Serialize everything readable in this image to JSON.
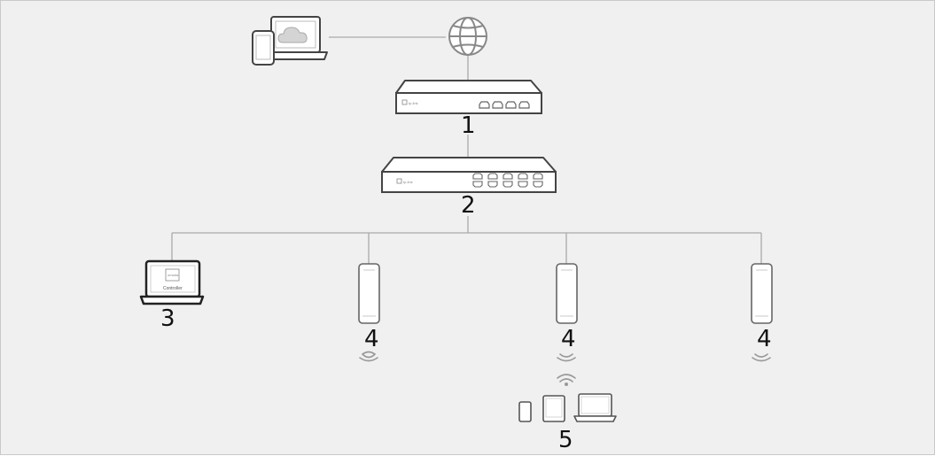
{
  "colors": {
    "background": "#f0f0f0",
    "device_fill": "#ffffff",
    "device_stroke": "#444444",
    "line": "#aaaaaa",
    "label": "#111111"
  },
  "icons": {
    "remote_devices": "phone-and-laptop-cloud-icon",
    "internet": "globe-icon",
    "router": "router-icon",
    "switch": "switch-icon",
    "controller": "laptop-controller-icon",
    "access_point": "access-point-icon",
    "wifi": "wifi-signal-icon",
    "clients": "phone-tablet-laptop-icon"
  },
  "labels": {
    "router": "1",
    "switch": "2",
    "controller": "3",
    "ap1": "4",
    "ap2": "4",
    "ap3": "4",
    "clients": "5"
  },
  "brand": {
    "router_logo": "tp-link",
    "switch_logo": "tp-link",
    "controller_logo": "omada",
    "controller_caption": "Controller"
  }
}
